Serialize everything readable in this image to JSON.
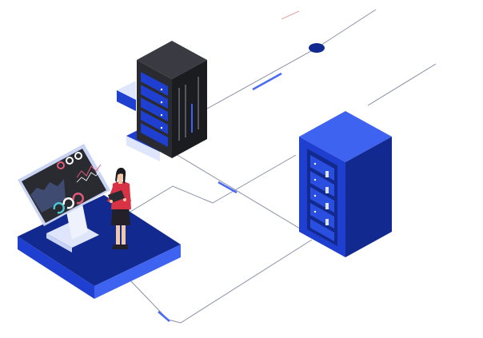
{
  "illustration": {
    "subject": "isometric-server-infrastructure",
    "icons": [
      "server-rack-dark",
      "server-rack-blue",
      "dashboard-kiosk",
      "platform",
      "person-with-tablet",
      "connection-line",
      "node-dot"
    ]
  },
  "colors": {
    "background": "#ffffff",
    "blue_primary": "#1f3fd1",
    "blue_dark": "#122a8f",
    "blue_mid": "#2a4fe0",
    "blue_light": "#3d63f0",
    "rack_dark_front": "#2a2b30",
    "rack_dark_side": "#1b1c20",
    "rack_dark_top": "#3a3b42",
    "pale_blue": "#dfe6fb",
    "line": "#8a90a6",
    "line_accent": "#4a6af2",
    "skin": "#f2c9a8",
    "hair": "#1c1b22",
    "jacket_red": "#d83344",
    "skirt_dark": "#23202a"
  }
}
